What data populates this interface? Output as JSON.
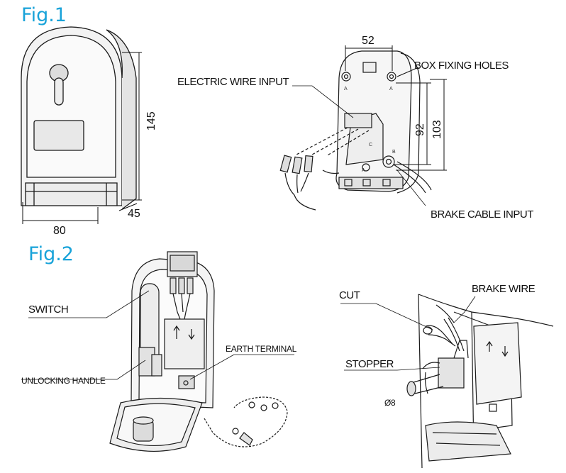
{
  "fig1": {
    "title": "Fig.1",
    "dimensions": {
      "height": "145",
      "width": "80",
      "depth": "45",
      "hole_spacing": "52",
      "hole_vertical_1": "92",
      "hole_vertical_2": "103"
    },
    "labels": {
      "electric_wire_input": "ELECTRIC WIRE INPUT",
      "box_fixing_holes": "BOX FIXING HOLES",
      "brake_cable_input": "BRAKE CABLE INPUT"
    },
    "marks": {
      "a1": "A",
      "a2": "A",
      "a3": "A",
      "b": "B",
      "c": "C"
    }
  },
  "fig2": {
    "title": "Fig.2",
    "labels": {
      "switch": "SWITCH",
      "earth_terminal": "EARTH TERMINAL",
      "unlocking_handle": "UNLOCKING HANDLE",
      "cut": "CUT",
      "brake_wire": "BRAKE WIRE",
      "stopper": "STOPPER",
      "diameter": "Ø8"
    }
  },
  "colors": {
    "figure_title": "#19a3d9",
    "line": "#1a1a1a",
    "fill": "#e6e6e6"
  }
}
